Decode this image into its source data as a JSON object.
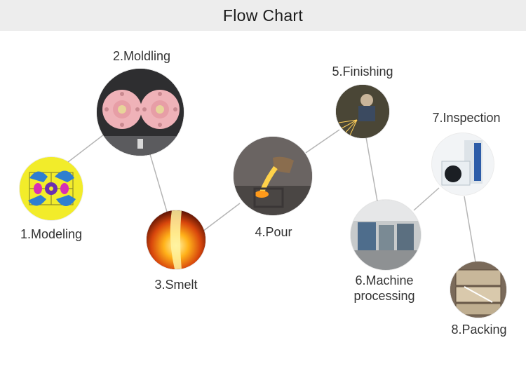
{
  "header": {
    "title": "Flow Chart"
  },
  "steps": [
    {
      "label": "1.Modeling"
    },
    {
      "label": "2.Moldling"
    },
    {
      "label": "3.Smelt"
    },
    {
      "label": "4.Pour"
    },
    {
      "label": "5.Finishing"
    },
    {
      "label": "6.Machine processing"
    },
    {
      "label": "7.Inspection"
    },
    {
      "label": "8.Packing"
    }
  ],
  "colors": {
    "header_bg": "#ededed",
    "connector": "#b5b5b5",
    "label_text": "#333333"
  },
  "icons": [
    "cad-model-photo",
    "mold-pattern-photo",
    "molten-metal-photo",
    "pouring-photo",
    "grinding-photo",
    "machine-shop-photo",
    "inspection-machine-photo",
    "packed-crates-photo"
  ]
}
